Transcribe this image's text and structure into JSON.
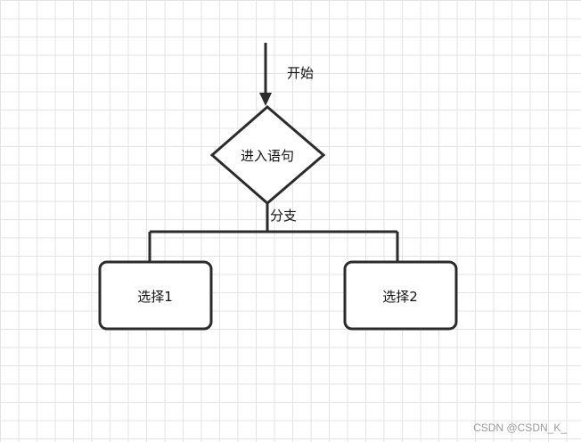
{
  "flowchart": {
    "start_label": "开始",
    "decision_label": "进入语句",
    "branch_label": "分支",
    "choice1_label": "选择1",
    "choice2_label": "选择2"
  },
  "watermark": "CSDN @CSDN_K_"
}
